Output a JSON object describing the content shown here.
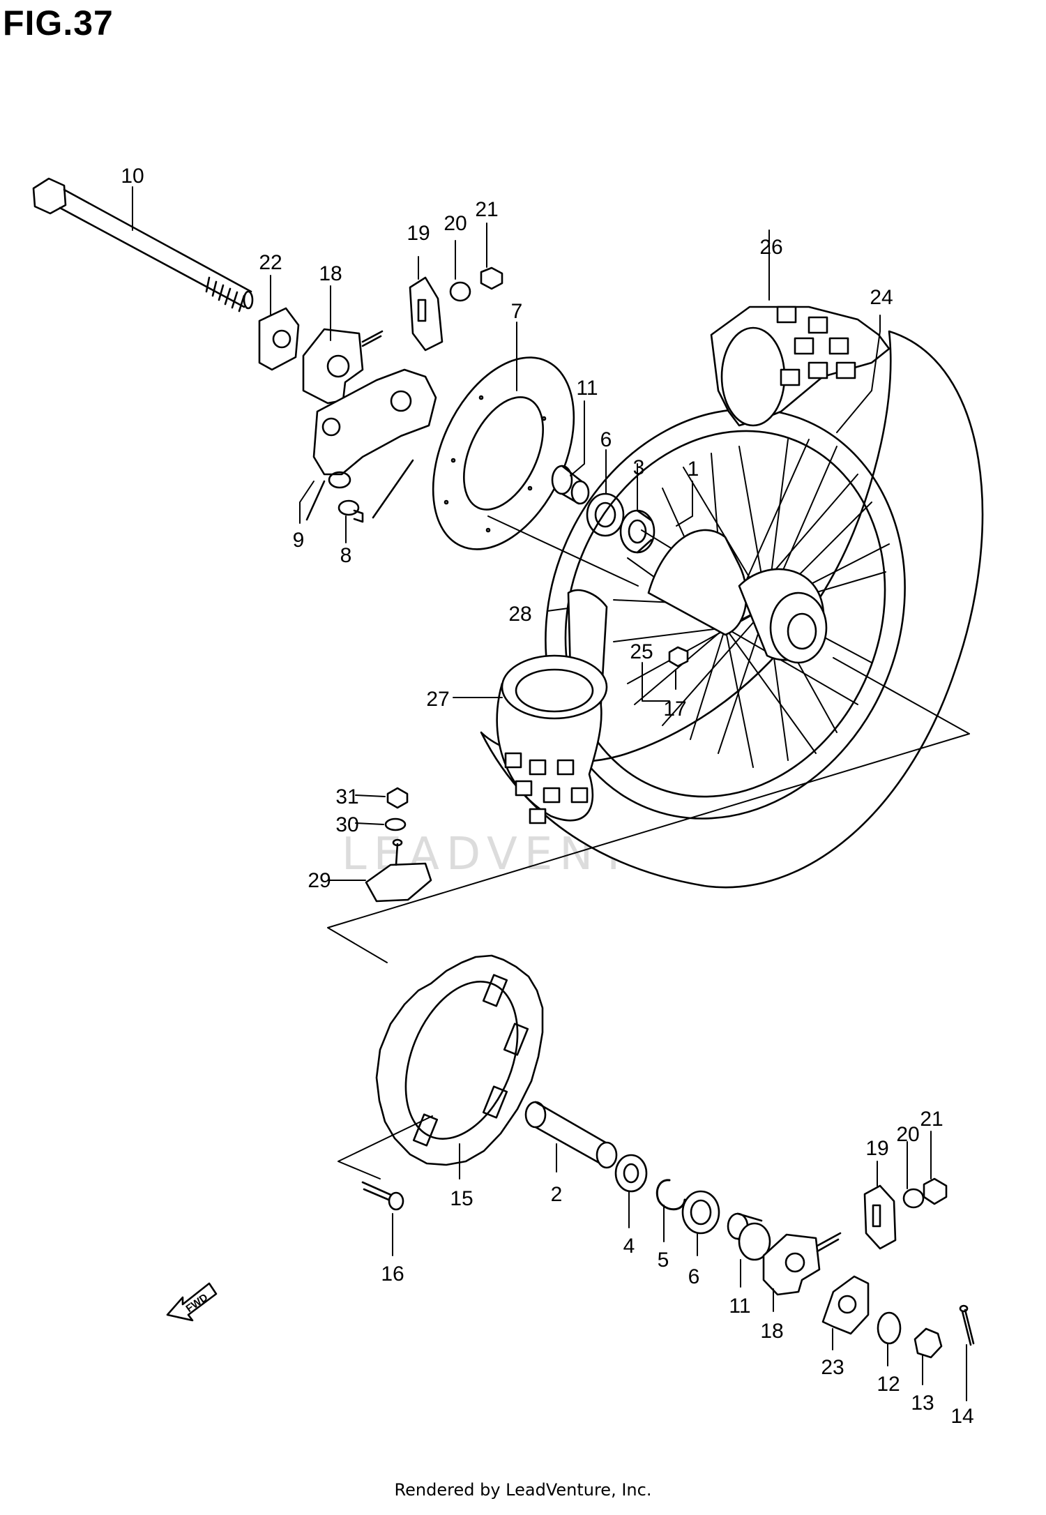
{
  "figure": {
    "title": "FIG.37",
    "watermark": "LEADVENTURE",
    "footer": "Rendered by LeadVenture, Inc.",
    "fwd_label": "FWD"
  },
  "callouts": {
    "c1": "1",
    "c2": "2",
    "c3": "3",
    "c4": "4",
    "c5": "5",
    "c6a": "6",
    "c6b": "6",
    "c7": "7",
    "c8": "8",
    "c9": "9",
    "c10": "10",
    "c11a": "11",
    "c11b": "11",
    "c12": "12",
    "c13": "13",
    "c14": "14",
    "c15": "15",
    "c16": "16",
    "c17": "17",
    "c18a": "18",
    "c18b": "18",
    "c19a": "19",
    "c19b": "19",
    "c20a": "20",
    "c20b": "20",
    "c21a": "21",
    "c21b": "21",
    "c22": "22",
    "c23": "23",
    "c24": "24",
    "c25": "25",
    "c26": "26",
    "c27": "27",
    "c28": "28",
    "c29": "29",
    "c30": "30",
    "c31": "31"
  }
}
